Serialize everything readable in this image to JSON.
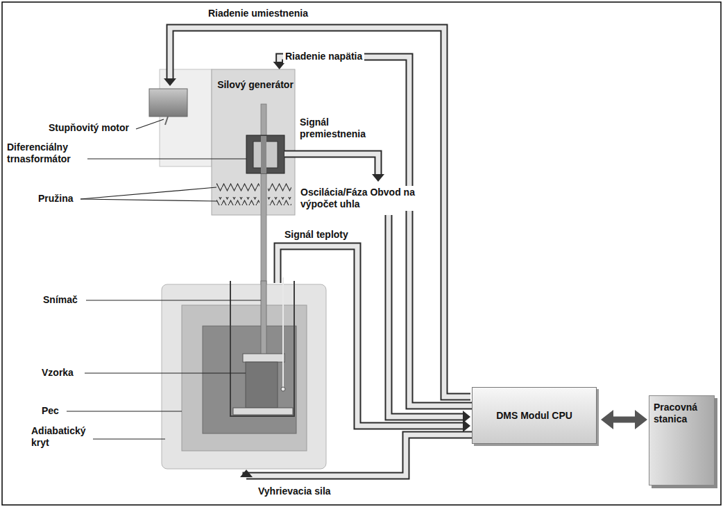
{
  "diagram": {
    "nodes": [
      {
        "text": [
          "Silový generátor"
        ]
      },
      {
        "text": [
          "DMS Modul CPU"
        ]
      },
      {
        "text": [
          "Pracovná stanica"
        ]
      }
    ],
    "edges": [
      {
        "from": 1,
        "to": 0,
        "arrow": "to"
      },
      {
        "from": 1,
        "to": 2,
        "arrow": "both"
      }
    ],
    "labels": [
      "Riadenie umiestnenia",
      "Riadenie napätia",
      "Stupňovitý motor",
      "Diferenciálny trnasformátor",
      "Signál premiestnenia",
      "Pružina",
      "Oscilácia/Fáza Obvod na výpočet uhla",
      "Signál teploty",
      "Snímač",
      "Vzorka",
      "Pec",
      "Adiabatický kryt",
      "Vyhrievacia sila"
    ]
  }
}
